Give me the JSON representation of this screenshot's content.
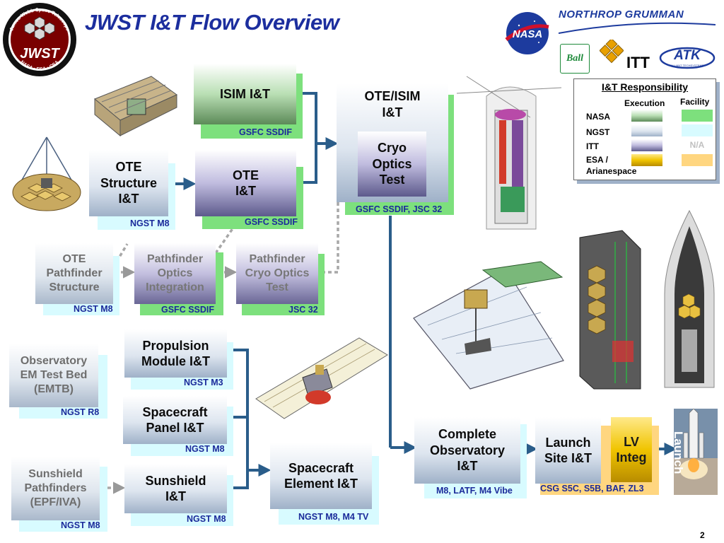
{
  "title": "JWST I&T Flow Overview",
  "page_number": "2",
  "logos": {
    "jwst_badge": {
      "main": "JWST",
      "ring_top": "James Webb Space Telescope",
      "ring_bottom": "NASA • ESA • CSA"
    },
    "nasa": "NASA",
    "northrop": "NORTHROP GRUMMAN",
    "ball": "Ball",
    "itt": "ITT",
    "atk": "ATK",
    "atk_sub": "ALLIANT TECHSYSTEMS"
  },
  "legend": {
    "title": "I&T Responsibility",
    "col_execution": "Execution",
    "col_facility": "Facility",
    "rows": [
      {
        "name": "NASA",
        "execution_color": "#5c8a58",
        "facility_color": "#7de07d"
      },
      {
        "name": "NGST",
        "execution_color": "#9fb1c8",
        "facility_color": "#d8fbff"
      },
      {
        "name": "ITT",
        "execution_color": "#5d5a8c",
        "facility_color": ""
      },
      {
        "name": "ESA / Arianespace",
        "execution_color": "#f0c400",
        "facility_color": "#ffd680"
      }
    ],
    "na_label": "N/A"
  },
  "boxes": {
    "isim": {
      "label": "ISIM I&T",
      "caption": "GSFC SSDIF"
    },
    "ote": {
      "label": "OTE I&T",
      "caption": "GSFC SSDIF"
    },
    "ote_structure": {
      "label": "OTE Structure I&T",
      "caption": "NGST M8"
    },
    "ote_isim": {
      "label": "OTE/ISIM I&T",
      "caption": "GSFC SSDIF, JSC 32"
    },
    "cryo_optics": {
      "label": "Cryo Optics Test"
    },
    "ote_pathfinder": {
      "label": "OTE Pathfinder Structure",
      "caption": "NGST M8"
    },
    "pf_optics": {
      "label": "Pathfinder Optics Integration",
      "caption": "GSFC SSDIF"
    },
    "pf_cryo": {
      "label": "Pathfinder Cryo Optics Test",
      "caption": "JSC 32"
    },
    "propulsion": {
      "label": "Propulsion Module I&T",
      "caption": "NGST M3"
    },
    "emtb": {
      "label": "Observatory EM Test Bed (EMTB)",
      "caption": "NGST R8"
    },
    "sc_panel": {
      "label": "Spacecraft Panel I&T",
      "caption": "NGST M8"
    },
    "sunshield_pf": {
      "label": "Sunshield Pathfinders (EPF/IVA)",
      "caption": "NGST M8"
    },
    "sunshield": {
      "label": "Sunshield I&T",
      "caption": "NGST M8"
    },
    "sc_element": {
      "label": "Spacecraft Element I&T",
      "caption": "NGST M8, M4 TV"
    },
    "complete_obs": {
      "label": "Complete Observatory I&T",
      "caption": "M8, LATF, M4 Vibe"
    },
    "launch_site": {
      "label": "Launch Site I&T",
      "caption": "CSG S5C, S5B, BAF, ZL3"
    },
    "lv_integ": {
      "label": "LV Integ"
    }
  },
  "launch_label": "Launch"
}
